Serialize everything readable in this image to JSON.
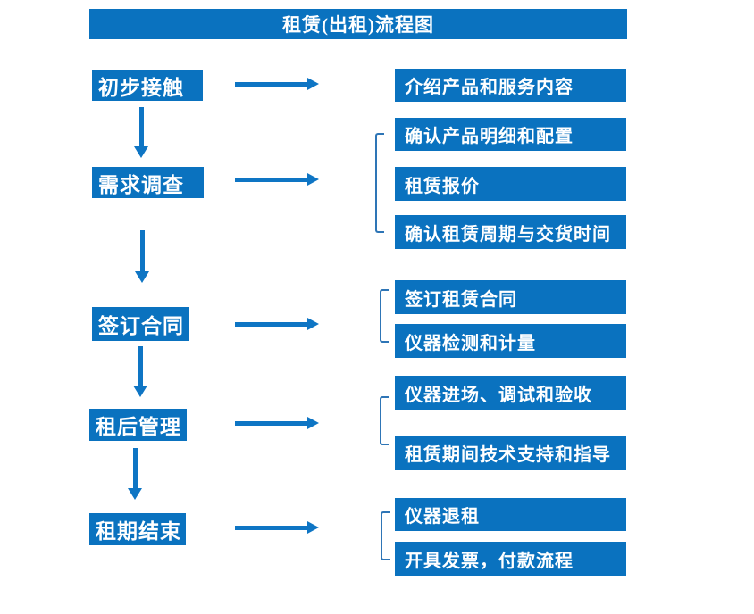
{
  "colors": {
    "node": "#0a72bf",
    "arrow": "#0e75c4",
    "bracket": "#2e75b6",
    "text": "#ffffff",
    "bg": "#ffffff"
  },
  "header": {
    "title": "租赁(出租)流程图"
  },
  "flow": {
    "steps": [
      {
        "label": "初步接触"
      },
      {
        "label": "需求调查"
      },
      {
        "label": "签订合同"
      },
      {
        "label": "租后管理"
      },
      {
        "label": "租期结束"
      }
    ],
    "details": [
      {
        "label": "介绍产品和服务内容"
      },
      {
        "label": "确认产品明细和配置"
      },
      {
        "label": "租赁报价"
      },
      {
        "label": "确认租赁周期与交货时间"
      },
      {
        "label": "签订租赁合同"
      },
      {
        "label": "仪器检测和计量"
      },
      {
        "label": "仪器进场、调试和验收"
      },
      {
        "label": "租赁期间技术支持和指导"
      },
      {
        "label": "仪器退租"
      },
      {
        "label": "开具发票，付款流程"
      }
    ]
  }
}
